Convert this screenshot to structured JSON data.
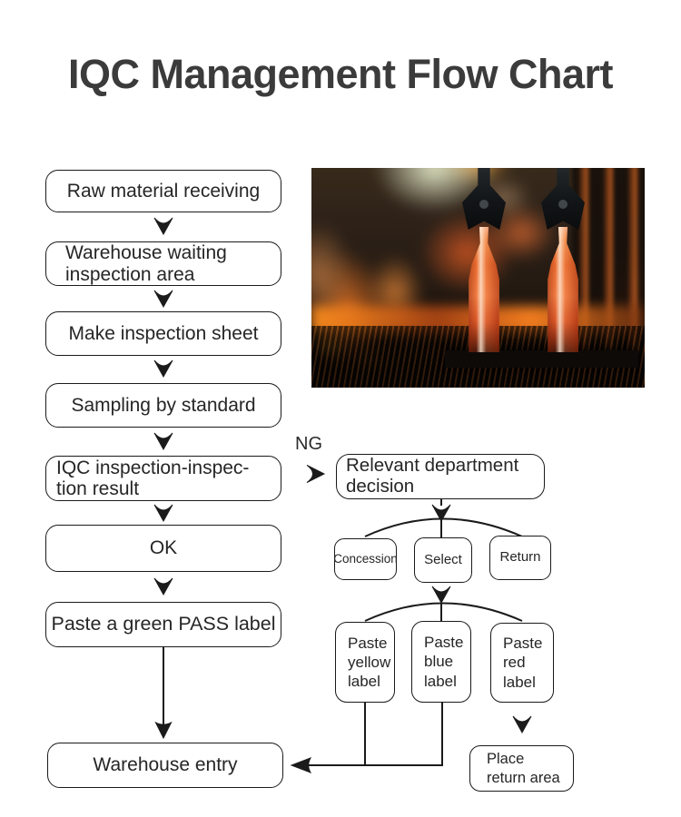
{
  "title": "IQC Management Flow Chart",
  "flowchart": {
    "main_path": [
      {
        "label": "Raw material receiving"
      },
      {
        "label": "Warehouse waiting\ninspection area"
      },
      {
        "label": "Make inspection sheet"
      },
      {
        "label": "Sampling by standard"
      },
      {
        "label": "IQC inspection-inspec-\ntion result"
      },
      {
        "label": "OK"
      },
      {
        "label": "Paste a green PASS label"
      },
      {
        "label": "Warehouse entry"
      }
    ],
    "ng_label": "NG",
    "ng_branch": {
      "decision": {
        "label": "Relevant department\ndecision"
      },
      "options": [
        {
          "label": "Concession"
        },
        {
          "label": "Select"
        },
        {
          "label": "Return"
        }
      ],
      "actions": [
        {
          "label": "Paste\nyellow\nlabel"
        },
        {
          "label": "Paste\nblue\nlabel"
        },
        {
          "label": "Paste\nred\nlabel"
        }
      ],
      "return_box": {
        "label": "Place\nreturn area"
      }
    },
    "colors": {
      "box_border": "#1a1a1a",
      "box_fill": "#ffffff",
      "connector": "#1b1b1b",
      "title_text": "#3b3b3b",
      "photo_glow_orange": "#e8661f",
      "photo_dark": "#17100b"
    }
  },
  "photo": {
    "name": "glass-bottle-production-line-photo"
  }
}
